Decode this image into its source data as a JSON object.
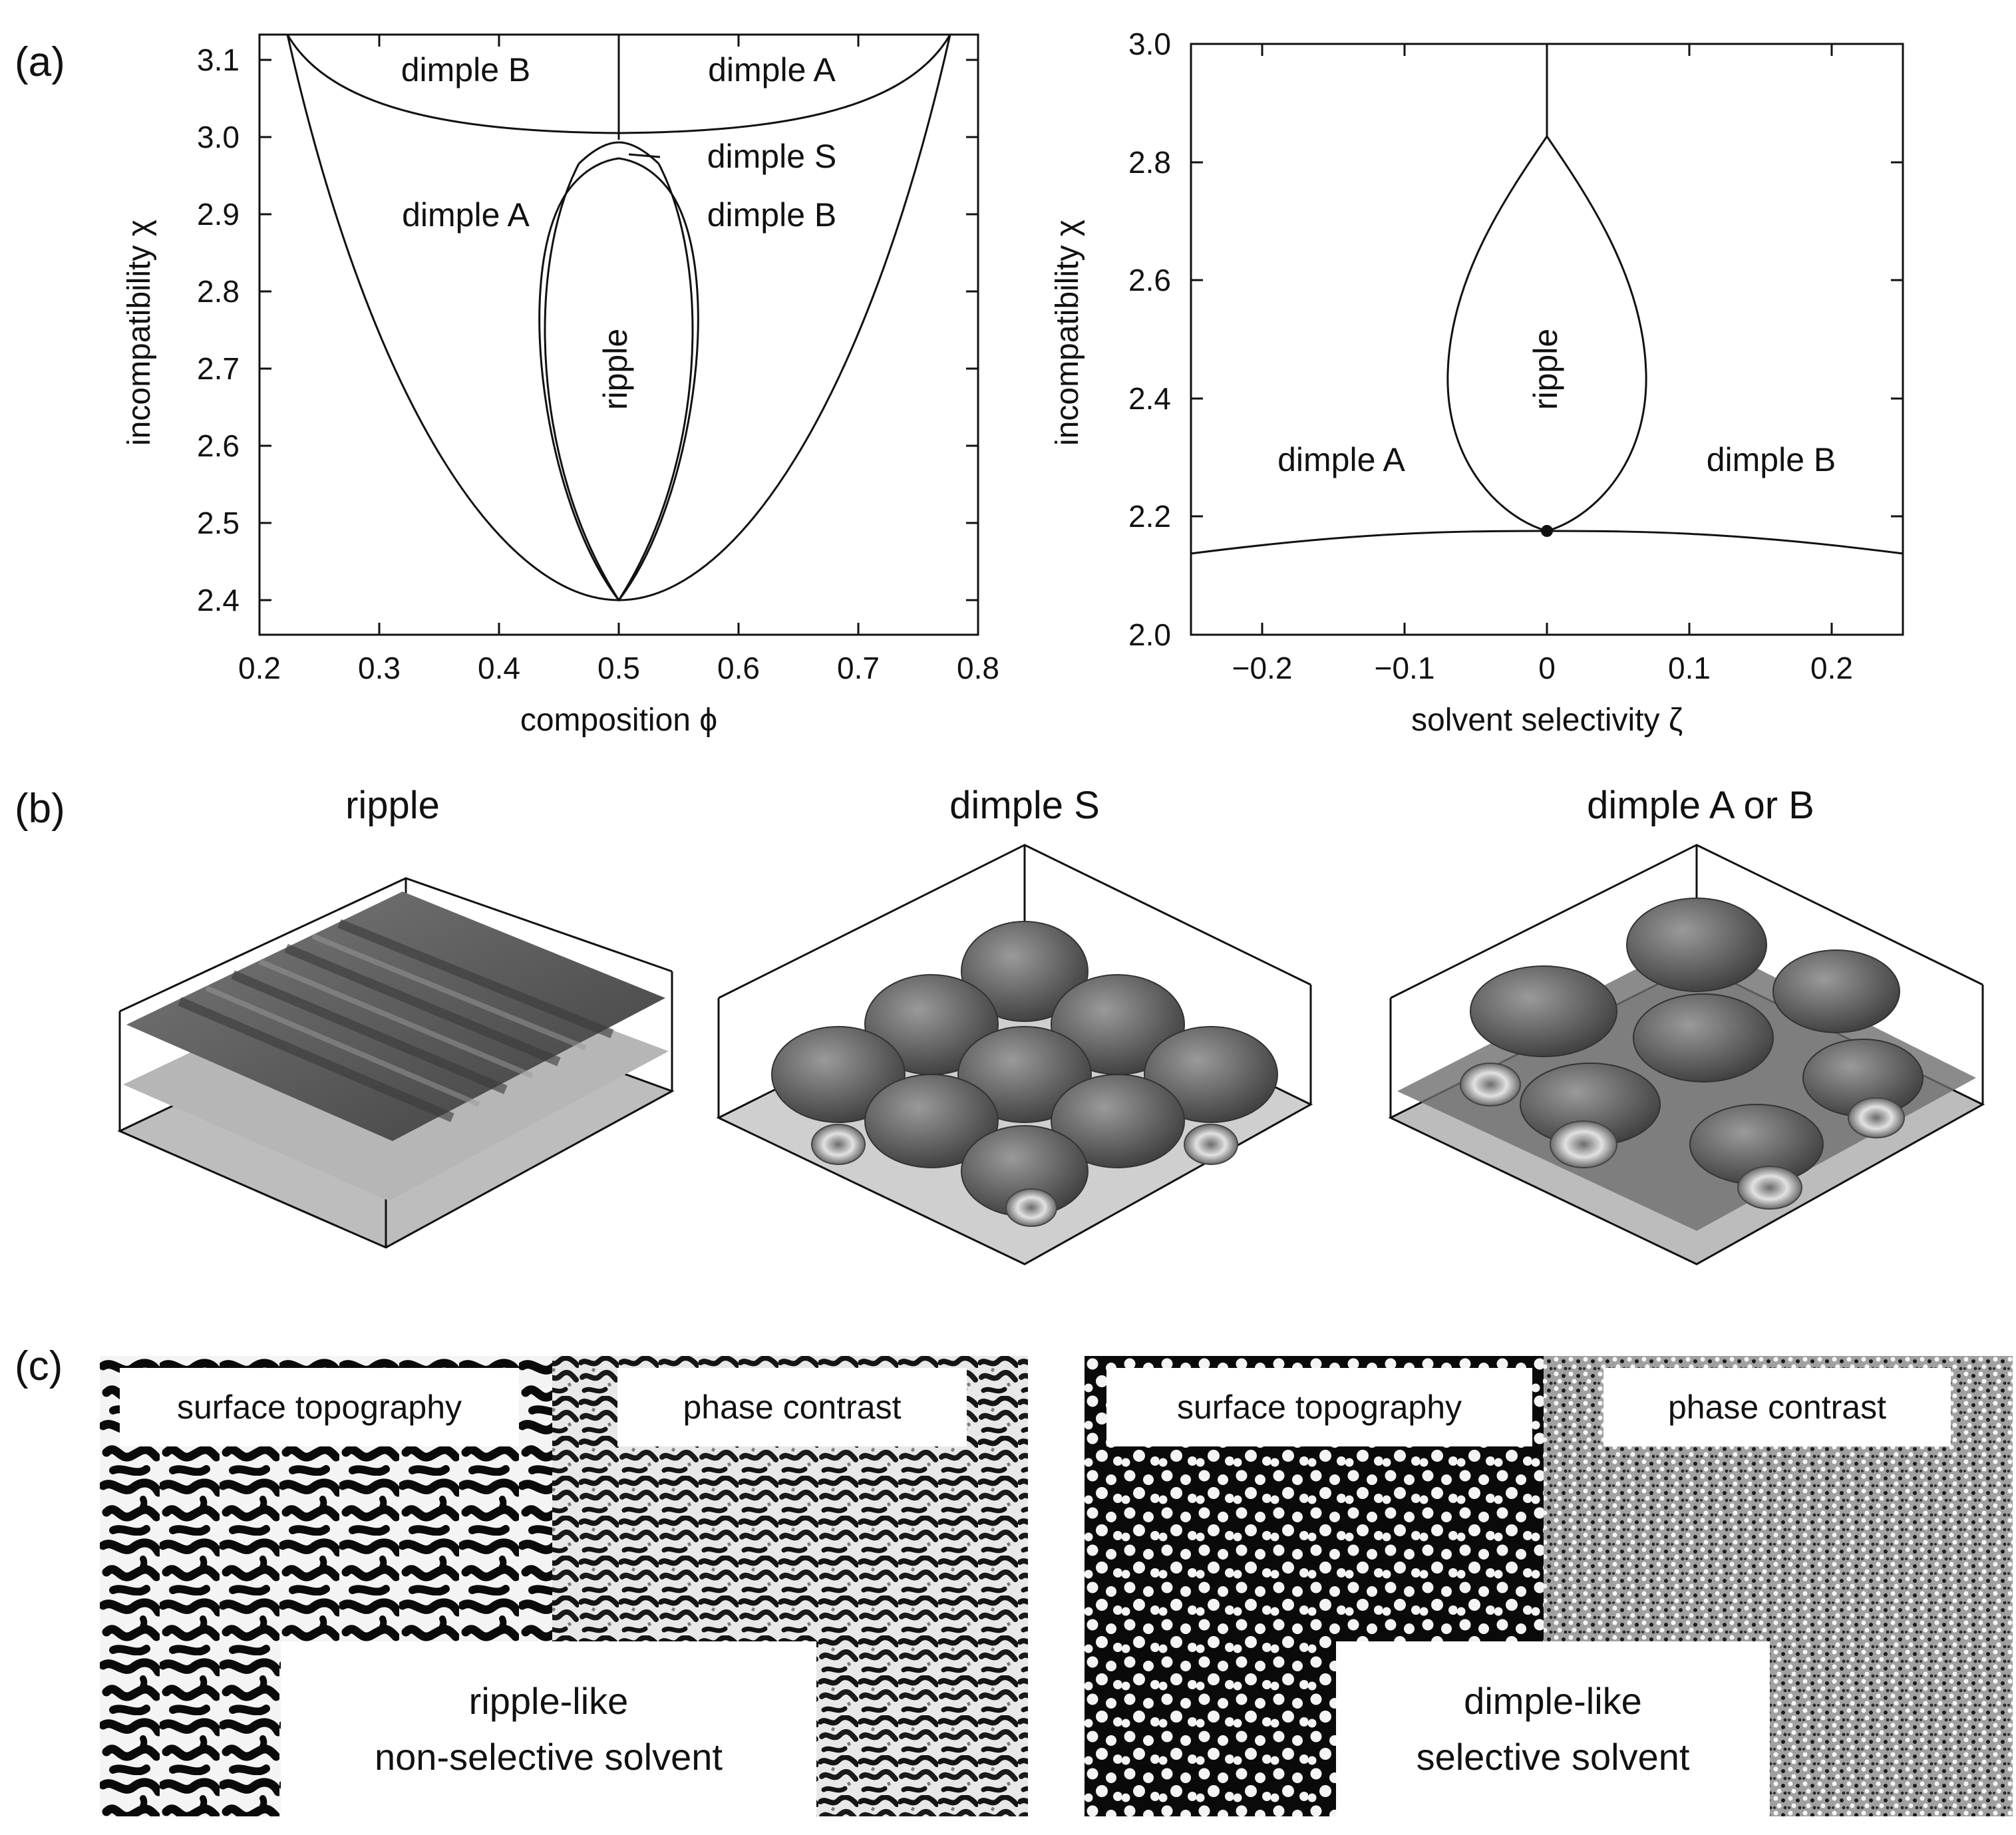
{
  "panels": {
    "a": "(a)",
    "b": "(b)",
    "c": "(c)"
  },
  "left_plot": {
    "x_ticks": [
      "0.2",
      "0.3",
      "0.4",
      "0.5",
      "0.6",
      "0.7",
      "0.8"
    ],
    "y_ticks": [
      "2.4",
      "2.5",
      "2.6",
      "2.7",
      "2.8",
      "2.9",
      "3.0",
      "3.1"
    ],
    "xlabel": "composition ϕ",
    "ylabel": "incompatibility  χ",
    "regions": {
      "dimple_b_top": "dimple B",
      "dimple_a_top": "dimple A",
      "dimple_s": "dimple S",
      "dimple_a_mid": "dimple A",
      "dimple_b_mid": "dimple B",
      "ripple": "ripple"
    }
  },
  "right_plot": {
    "x_ticks": [
      "−0.2",
      "−0.1",
      "0",
      "0.1",
      "0.2"
    ],
    "y_ticks": [
      "2.0",
      "2.2",
      "2.4",
      "2.6",
      "2.8",
      "3.0"
    ],
    "xlabel": "solvent selectivity ζ",
    "ylabel": "incompatibility  χ",
    "regions": {
      "dimple_a": "dimple A",
      "dimple_b": "dimple B",
      "ripple": "ripple"
    }
  },
  "surfaces": {
    "ripple": "ripple",
    "dimple_s": "dimple S",
    "dimple_ab": "dimple A or B"
  },
  "afm_left": {
    "topography": "surface topography",
    "phase": "phase contrast",
    "caption_line1": "ripple-like",
    "caption_line2": "non-selective solvent"
  },
  "afm_right": {
    "topography": "surface topography",
    "phase": "phase contrast",
    "caption_line1": "dimple-like",
    "caption_line2": "selective solvent"
  },
  "colors": {
    "line": "#111111",
    "surface_dark": "#555555",
    "surface_light": "#aaaaaa",
    "afm_black": "#0a0a0a",
    "afm_white": "#f4f4f4"
  }
}
